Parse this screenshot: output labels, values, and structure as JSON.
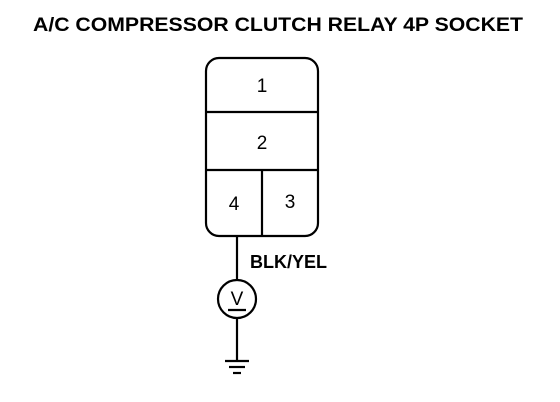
{
  "title": "A/C COMPRESSOR CLUTCH RELAY 4P SOCKET",
  "socket": {
    "terminals": [
      {
        "label": "1"
      },
      {
        "label": "2"
      },
      {
        "label": "4"
      },
      {
        "label": "3"
      }
    ]
  },
  "wire": {
    "color_label": "BLK/YEL"
  },
  "meter": {
    "symbol": "V"
  },
  "ink_color": "#000000"
}
